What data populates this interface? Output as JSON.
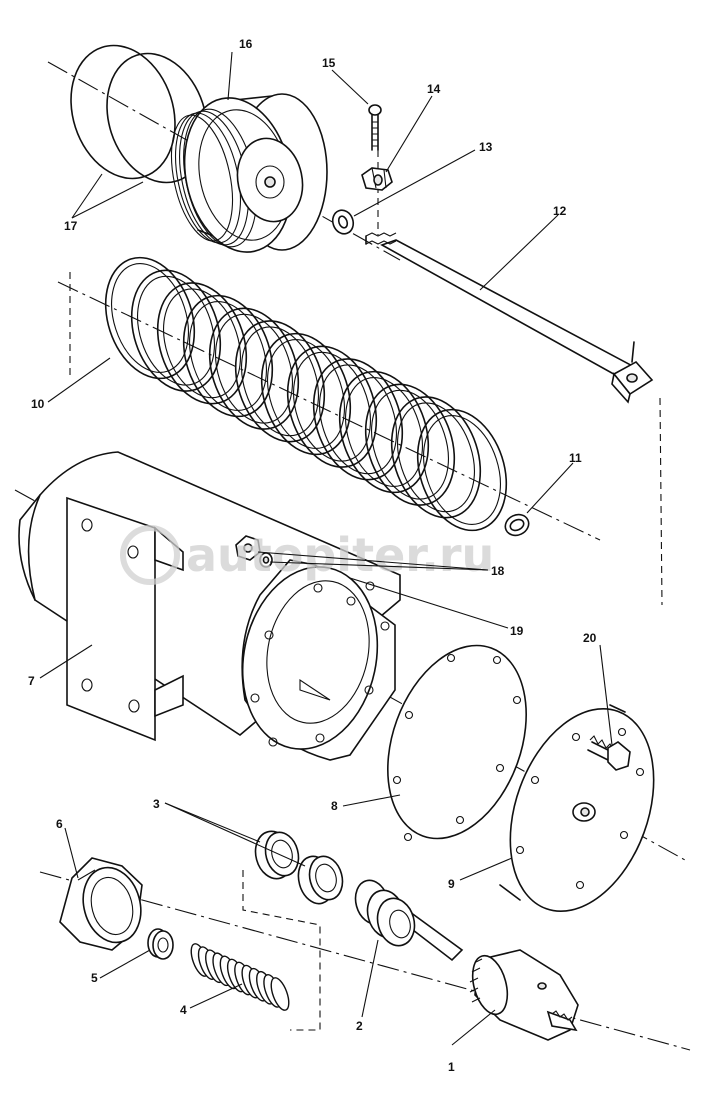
{
  "watermark": {
    "text": "autopiter.ru"
  },
  "callouts": {
    "c1": "1",
    "c2": "2",
    "c3": "3",
    "c4": "4",
    "c5": "5",
    "c6": "6",
    "c7": "7",
    "c8": "8",
    "c9": "9",
    "c10": "10",
    "c11": "11",
    "c12": "12",
    "c13": "13",
    "c14": "14",
    "c15": "15",
    "c16": "16",
    "c17": "17",
    "c18": "18",
    "c19": "19",
    "c20": "20"
  }
}
